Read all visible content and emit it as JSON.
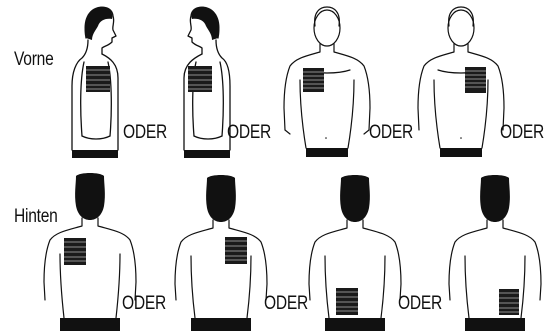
{
  "rows": [
    {
      "label": "Vorne",
      "separators": [
        "ODER",
        "ODER",
        "ODER",
        "ODER"
      ],
      "figures": [
        {
          "view": "side-profile-facing-right",
          "hair": "dark",
          "pad": "chest-side"
        },
        {
          "view": "side-profile-facing-left",
          "hair": "dark",
          "pad": "chest-side"
        },
        {
          "view": "front",
          "hair": "outline",
          "pad": "upper-right-chest"
        },
        {
          "view": "front",
          "hair": "outline",
          "pad": "upper-left-chest"
        }
      ]
    },
    {
      "label": "Hinten",
      "separators": [
        "ODER",
        "ODER",
        "ODER"
      ],
      "figures": [
        {
          "view": "back",
          "hair": "dark",
          "pad": "upper-left-back"
        },
        {
          "view": "back",
          "hair": "dark",
          "pad": "upper-right-back"
        },
        {
          "view": "back",
          "hair": "dark",
          "pad": "lower-left-back"
        },
        {
          "view": "back",
          "hair": "dark",
          "pad": "lower-right-back"
        }
      ]
    }
  ],
  "colors": {
    "ink": "#111111",
    "pad": "#1a1a1a",
    "background": "#ffffff"
  },
  "icons": [
    "pad-icon",
    "human-silhouette"
  ]
}
